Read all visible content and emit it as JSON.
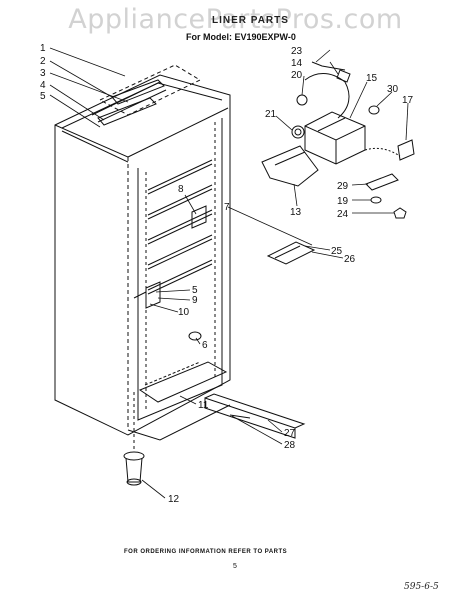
{
  "watermark": "AppliancePartsPros.com",
  "title": "LINER PARTS",
  "model": "For Model: EV190EXPW-0",
  "footer": "FOR ORDERING INFORMATION REFER TO PARTS",
  "page_number": "5",
  "drawing_code": "595-6-5",
  "callouts": [
    {
      "id": "c1",
      "label": "1"
    },
    {
      "id": "c2",
      "label": "2"
    },
    {
      "id": "c3",
      "label": "3"
    },
    {
      "id": "c4",
      "label": "4"
    },
    {
      "id": "c5a",
      "label": "5"
    },
    {
      "id": "c8",
      "label": "8"
    },
    {
      "id": "c7",
      "label": "7"
    },
    {
      "id": "c5b",
      "label": "5"
    },
    {
      "id": "c9",
      "label": "9"
    },
    {
      "id": "c10",
      "label": "10"
    },
    {
      "id": "c6",
      "label": "6"
    },
    {
      "id": "c11",
      "label": "11"
    },
    {
      "id": "c12",
      "label": "12"
    },
    {
      "id": "c23",
      "label": "23"
    },
    {
      "id": "c14",
      "label": "14"
    },
    {
      "id": "c20",
      "label": "20"
    },
    {
      "id": "c15",
      "label": "15"
    },
    {
      "id": "c30",
      "label": "30"
    },
    {
      "id": "c17",
      "label": "17"
    },
    {
      "id": "c21",
      "label": "21"
    },
    {
      "id": "c13",
      "label": "13"
    },
    {
      "id": "c29",
      "label": "29"
    },
    {
      "id": "c19",
      "label": "19"
    },
    {
      "id": "c24",
      "label": "24"
    },
    {
      "id": "c25",
      "label": "25"
    },
    {
      "id": "c26",
      "label": "26"
    },
    {
      "id": "c27",
      "label": "27"
    },
    {
      "id": "c28",
      "label": "28"
    }
  ]
}
